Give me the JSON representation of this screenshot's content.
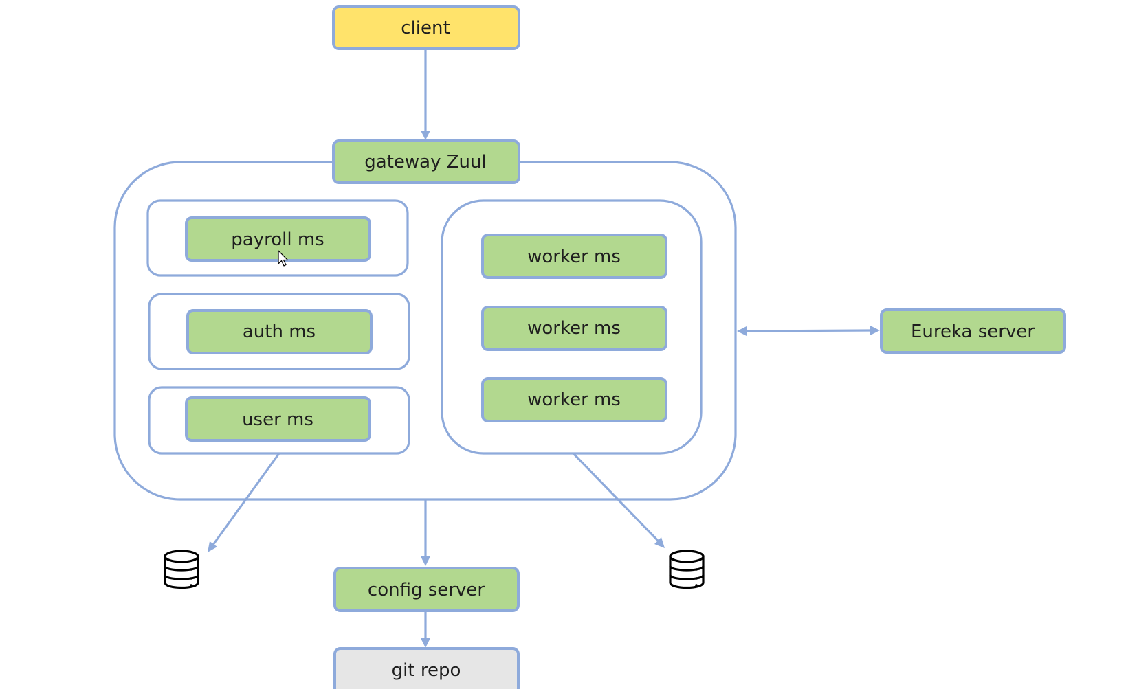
{
  "diagram": {
    "nodes": {
      "client": {
        "label": "client",
        "fill": "#ffe36b"
      },
      "gateway": {
        "label": "gateway Zuul",
        "fill": "#b2d88f"
      },
      "payroll": {
        "label": "payroll ms",
        "fill": "#b2d88f"
      },
      "auth": {
        "label": "auth ms",
        "fill": "#b2d88f"
      },
      "user": {
        "label": "user ms",
        "fill": "#b2d88f"
      },
      "worker_1": {
        "label": "worker ms",
        "fill": "#b2d88f"
      },
      "worker_2": {
        "label": "worker ms",
        "fill": "#b2d88f"
      },
      "worker_3": {
        "label": "worker ms",
        "fill": "#b2d88f"
      },
      "eureka": {
        "label": "Eureka server",
        "fill": "#b2d88f"
      },
      "config": {
        "label": "config server",
        "fill": "#b2d88f"
      },
      "git": {
        "label": "git repo",
        "fill": "#e6e6e6"
      }
    },
    "databases": [
      {
        "icon": "database-icon"
      },
      {
        "icon": "database-icon"
      }
    ],
    "colors": {
      "connector": "#8eaadb",
      "service_fill": "#b2d88f",
      "client_fill": "#ffe36b",
      "repo_fill": "#e6e6e6"
    },
    "edges": [
      {
        "from": "client",
        "to": "gateway",
        "direction": "forward"
      },
      {
        "from": "cluster",
        "to": "eureka",
        "direction": "both"
      },
      {
        "from": "cluster",
        "to": "config",
        "direction": "forward"
      },
      {
        "from": "config",
        "to": "git",
        "direction": "forward"
      },
      {
        "from": "user",
        "to": "database-1",
        "direction": "forward"
      },
      {
        "from": "workers",
        "to": "database-2",
        "direction": "forward"
      }
    ]
  }
}
